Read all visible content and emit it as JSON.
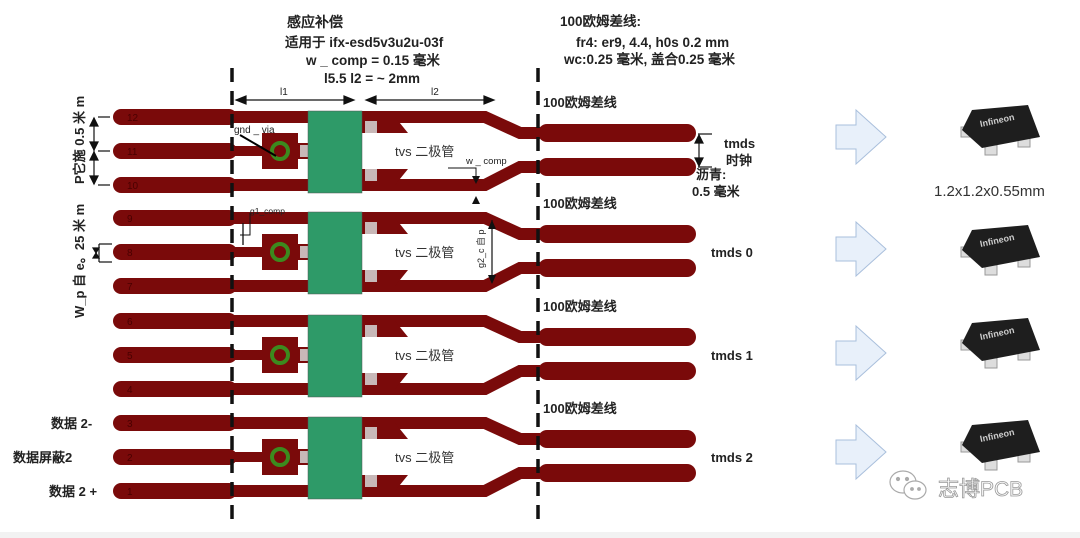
{
  "header": {
    "title": "感应补偿",
    "line1": "适用于 ifx-esd5v3u2u-03f",
    "line2": "w _ comp = 0.15 毫米",
    "line3": "l5.5 l2 = ~ 2mm"
  },
  "right_header": {
    "title": "100欧姆差线:",
    "line1": "fr4: er9, 4.4, h0s 0.2 mm",
    "line2": "wc:0.25 毫米, 盖合0.25 毫米"
  },
  "dimensions": {
    "l1": "l1",
    "l2": "l2",
    "gnd_via": "gnd _ via",
    "w_comp": "w _ comp",
    "g1_comp": "g1_comp",
    "g2_c": "g2_c 自 p",
    "pitch_left": "P它施 0.5 米 m",
    "width_left": "W_p 自 e。25 米 m"
  },
  "pins": [
    "12",
    "11",
    "10",
    "9",
    "8",
    "7",
    "6",
    "5",
    "4",
    "3",
    "2",
    "1"
  ],
  "groups": [
    {
      "diff_label": "100欧姆差线",
      "tvs_label": "tvs 二极管",
      "pair_label_1": "tmds",
      "pair_label_2": "时钟",
      "pitch_label_1": "沥青:",
      "pitch_label_2": "0.5 毫米"
    },
    {
      "diff_label": "100欧姆差线",
      "tvs_label": "tvs 二极管",
      "pair_label_1": "tmds 0"
    },
    {
      "diff_label": "100欧姆差线",
      "tvs_label": "tvs 二极管",
      "pair_label_1": "tmds 1"
    },
    {
      "diff_label": "100欧姆差线",
      "tvs_label": "tvs 二极管",
      "pair_label_1": "tmds 2"
    }
  ],
  "pin_labels": {
    "data_minus": "数据 2-",
    "shield": "数据屏蔽2",
    "data_plus": "数据 2 +"
  },
  "package": {
    "brand": "Infineon",
    "size": "1.2x1.2x0.55mm"
  },
  "watermark": "志博PCB",
  "colors": {
    "trace": "#7a0a0a",
    "tvs_body": "#2e9a68",
    "via_ring": "#3c8a1e",
    "pad": "#c8b8b8",
    "arrow_fill": "#e8f0fa",
    "arrow_stroke": "#a9bfdc",
    "chip": "#1e1e1e"
  }
}
